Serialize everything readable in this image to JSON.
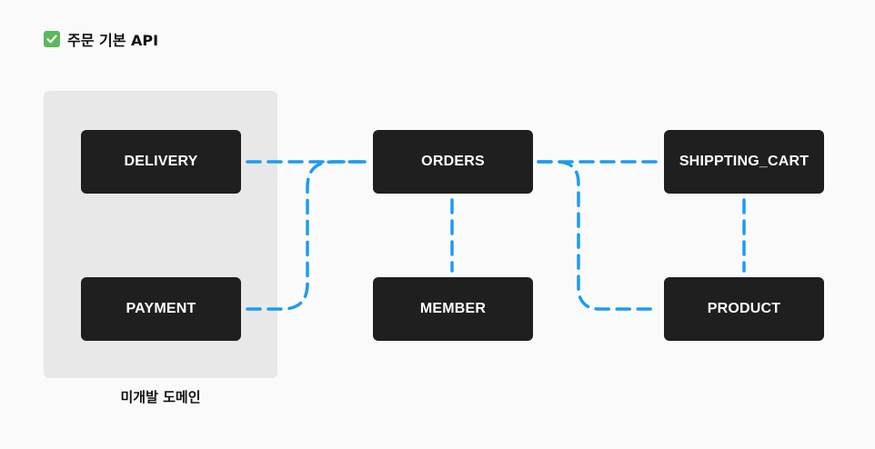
{
  "header": {
    "title": "✅ 주문 기본 API",
    "title_text": "주문 기본 API",
    "icon": "check-mark-icon"
  },
  "group": {
    "label": "미개발 도메인"
  },
  "nodes": {
    "delivery": "DELIVERY",
    "payment": "PAYMENT",
    "orders": "ORDERS",
    "member": "MEMBER",
    "shipping_cart": "SHIPPTING_CART",
    "product": "PRODUCT"
  },
  "colors": {
    "edge": "#1d9bf0",
    "node_bg": "#1f1f1f",
    "group_bg": "#e8e8e8",
    "check_bg": "#5cb85c"
  }
}
